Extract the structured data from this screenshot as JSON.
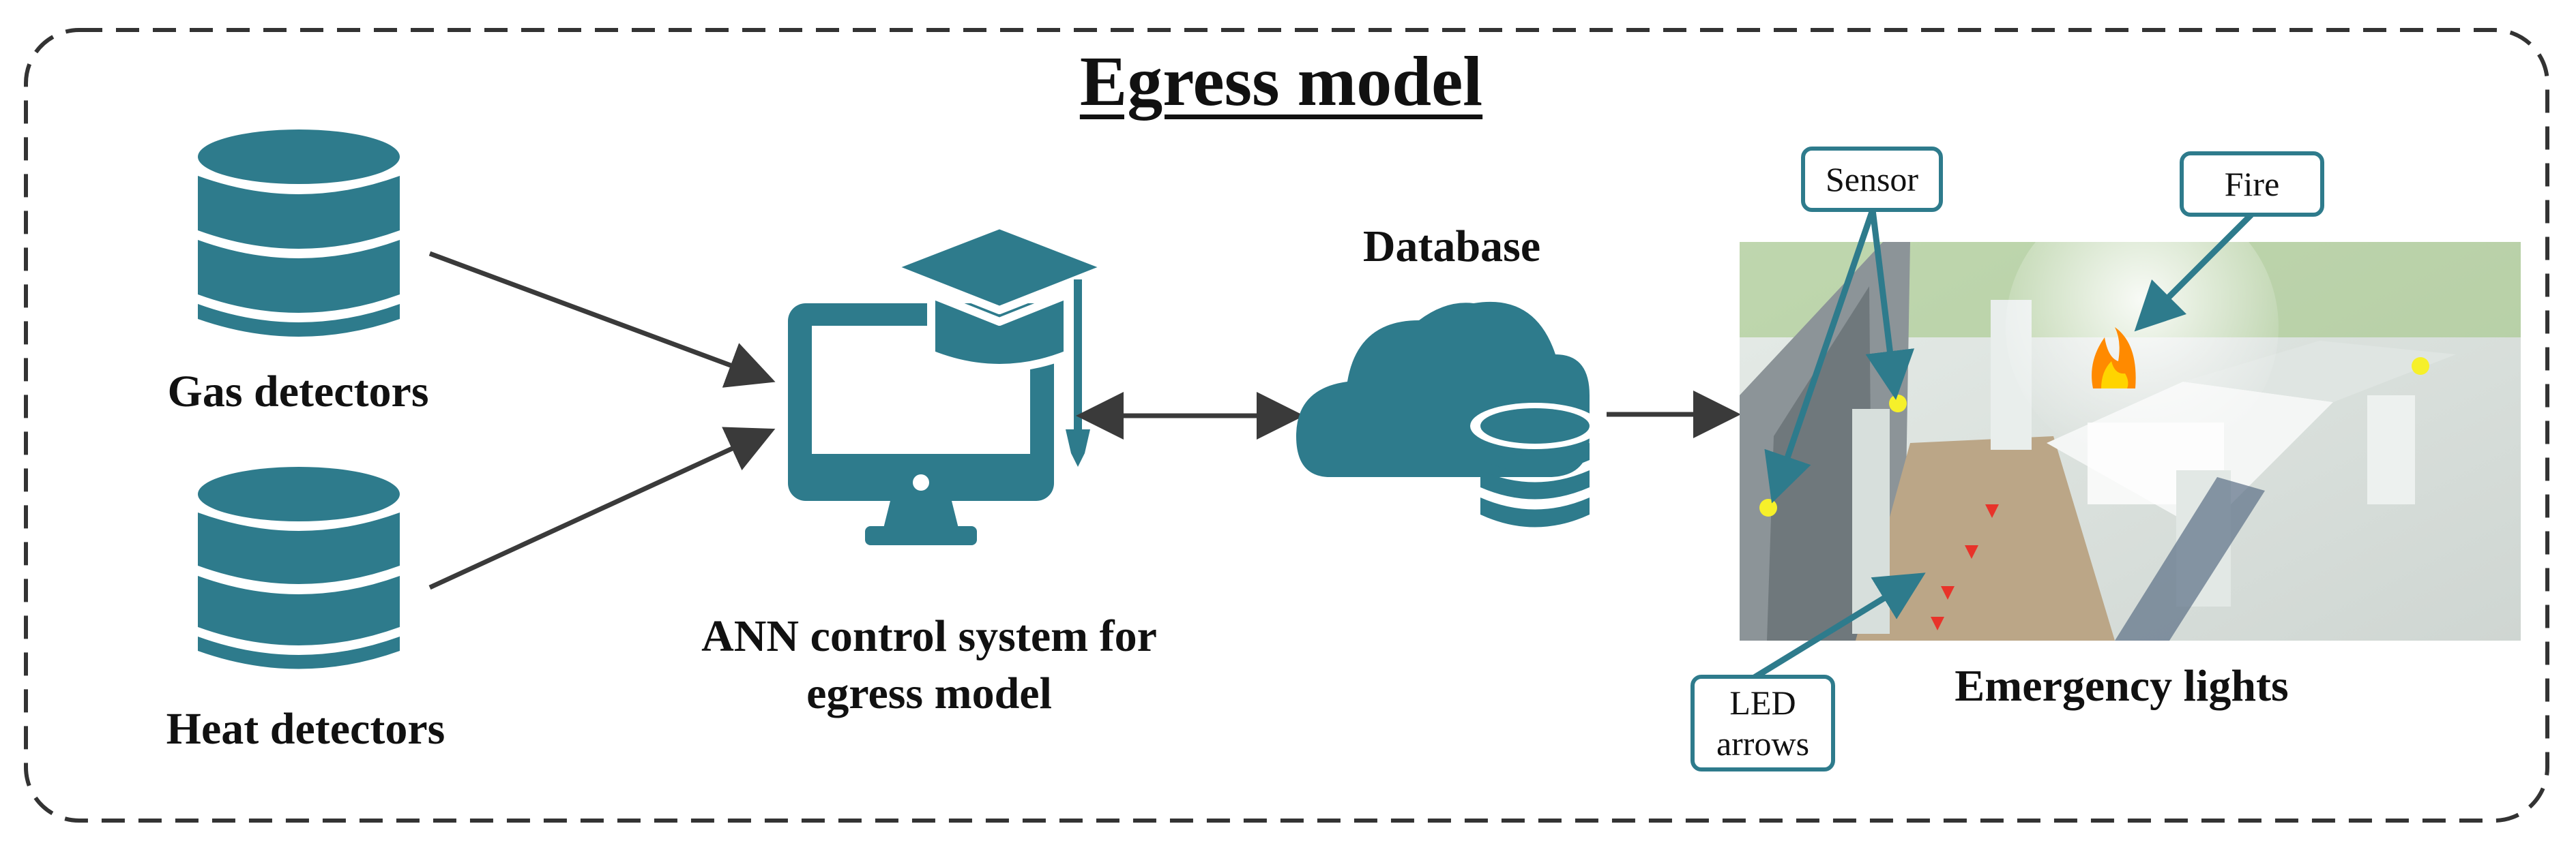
{
  "title": "Egress model",
  "inputs": {
    "gas_label": "Gas detectors",
    "heat_label": "Heat detectors"
  },
  "controller": {
    "label_line1": "ANN control system for",
    "label_line2": "egress model"
  },
  "database": {
    "label": "Database"
  },
  "scene": {
    "label": "Emergency lights",
    "callouts": {
      "sensor": "Sensor",
      "fire": "Fire",
      "led_line1": "LED",
      "led_line2": "arrows"
    }
  },
  "colors": {
    "icon_teal": "#2e7b8c",
    "arrow": "#3a3a3a",
    "frame": "#333333"
  },
  "icons": [
    "database-icon",
    "computer-graduation-icon",
    "cloud-database-icon",
    "building-scene-image"
  ]
}
